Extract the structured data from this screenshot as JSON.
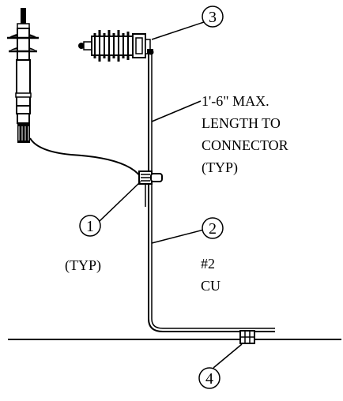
{
  "callouts": {
    "c1": "1",
    "c2": "2",
    "c3": "3",
    "c4": "4"
  },
  "notes": {
    "length_line1": "1'-6\" MAX.",
    "length_line2": "LENGTH TO",
    "length_line3": "CONNECTOR",
    "length_line4": "(TYP)",
    "typ_left": "(TYP)",
    "wire_size": "#2",
    "wire_material": "CU"
  },
  "colors": {
    "line": "#000000",
    "background": "#ffffff"
  }
}
